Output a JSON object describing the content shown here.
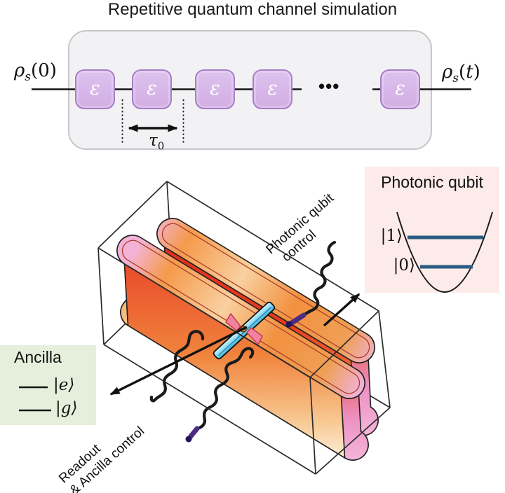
{
  "colors": {
    "background": "#ffffff",
    "panel_gray": "#f2f2f4",
    "channel_box_fill": "#d5b5e6",
    "channel_box_border": "#a87fc6",
    "cavity_red": "#e63122",
    "cavity_orange": "#f28038",
    "cavity_pink": "#f3b3d6",
    "chip_cyan": "#8fdcf2",
    "level_blue": "#2b5c82",
    "photonic_panel_bg": "#fcebe8",
    "ancilla_panel_bg": "#e5efdb",
    "connector_purple": "#4a2c85"
  },
  "circuit": {
    "title": "Repetitive quantum channel simulation",
    "input_state": {
      "symbol": "ρ",
      "subscript": "s",
      "open": "(",
      "variable": "0",
      "close": ")"
    },
    "output_state": {
      "symbol": "ρ",
      "subscript": "s",
      "open": "(",
      "variable": "t",
      "close": ")"
    },
    "channel_symbol": "ε",
    "channel_box_count": "5",
    "ellipsis": "•••",
    "interval": {
      "symbol": "τ",
      "subscript": "0"
    }
  },
  "device": {
    "photonic_panel": {
      "title": "Photonic qubit",
      "level_1": "|1⟩",
      "level_0": "|0⟩"
    },
    "ancilla_panel": {
      "title": "Ancilla",
      "level_e": "|e⟩",
      "level_g": "|g⟩"
    },
    "photonic_control": {
      "line1": "Photonic qubit",
      "line2": "control"
    },
    "readout_control": {
      "line1": "Readout",
      "line2": "& Ancilla control"
    }
  }
}
